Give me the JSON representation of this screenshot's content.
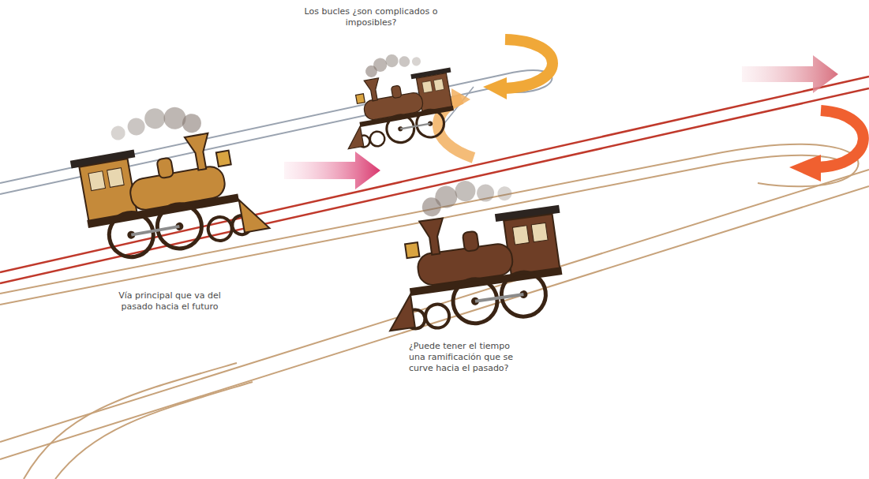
{
  "diagram": {
    "labels": [
      "Los bucles ¿son complicados o imposibles?",
      "Vía principal que va del pasado hacia el futuro",
      "¿Puede tener el tiempo una ramificación que se curve hacia el pasado?"
    ]
  }
}
